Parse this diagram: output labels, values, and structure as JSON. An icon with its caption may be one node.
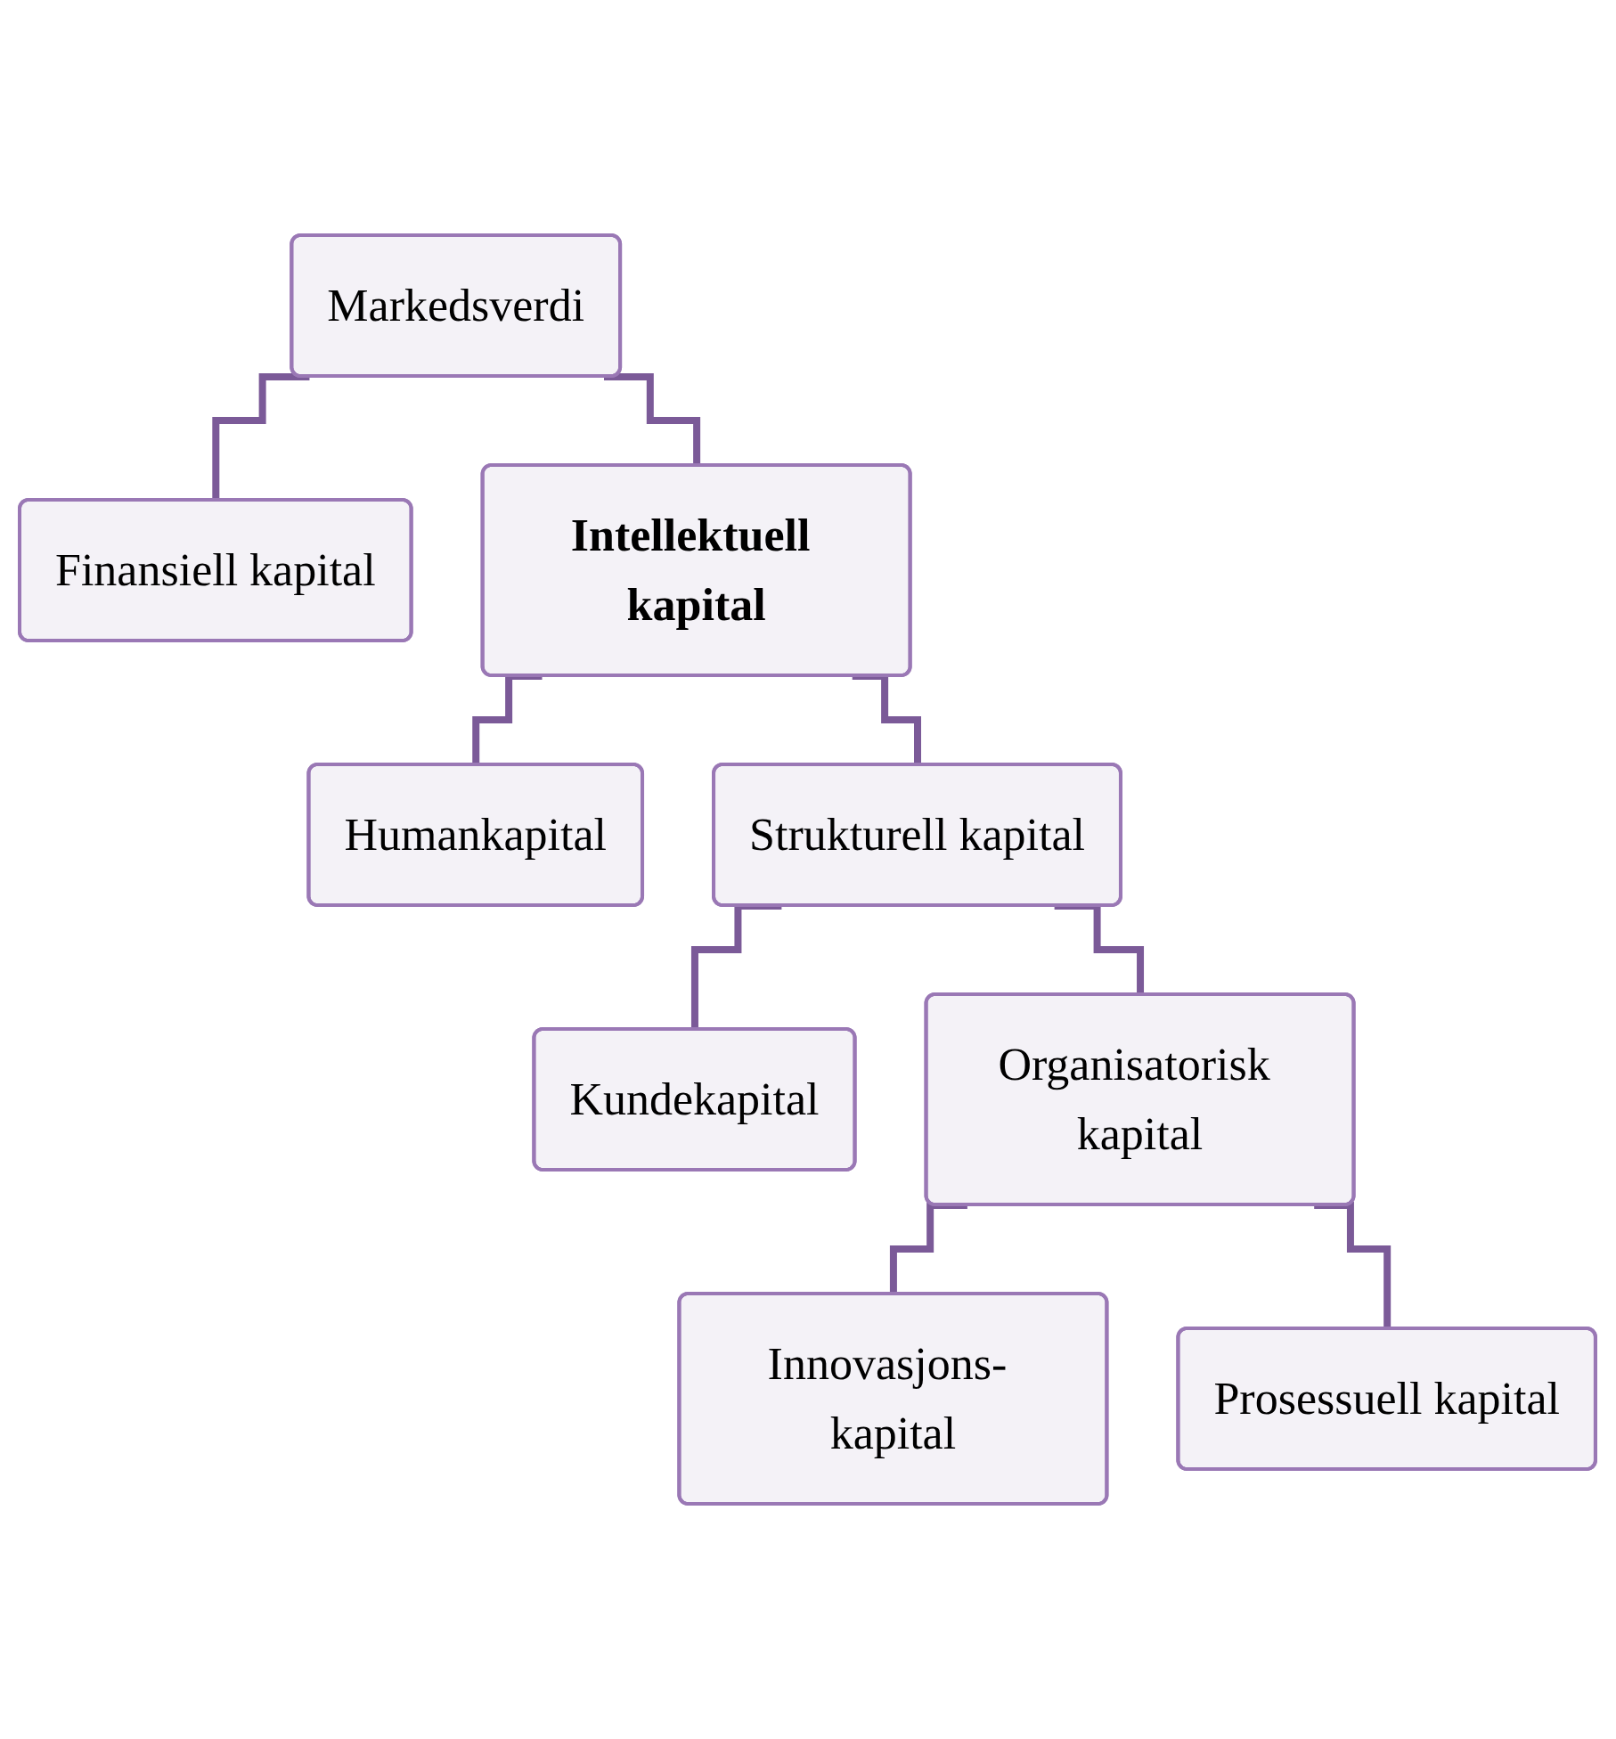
{
  "diagram": {
    "nodes": [
      {
        "text": [
          "Markedsverdi"
        ]
      },
      {
        "text": [
          "Finansiell kapital"
        ]
      },
      {
        "text": [
          "Intellektuell kapital"
        ]
      },
      {
        "text": [
          "Humankapital"
        ]
      },
      {
        "text": [
          "Strukturell kapital"
        ]
      },
      {
        "text": [
          "Kundekapital"
        ]
      },
      {
        "text": [
          "Organisatorisk kapital"
        ]
      },
      {
        "text": [
          "Innovasjons- kapital"
        ]
      },
      {
        "text": [
          "Prosessuell kapital"
        ]
      }
    ],
    "edges": [
      {
        "from": 0,
        "to": 1,
        "arrow": "none"
      },
      {
        "from": 0,
        "to": 2,
        "arrow": "none"
      },
      {
        "from": 2,
        "to": 3,
        "arrow": "none"
      },
      {
        "from": 2,
        "to": 4,
        "arrow": "none"
      },
      {
        "from": 4,
        "to": 5,
        "arrow": "none"
      },
      {
        "from": 4,
        "to": 6,
        "arrow": "none"
      },
      {
        "from": 6,
        "to": 7,
        "arrow": "none"
      },
      {
        "from": 6,
        "to": 8,
        "arrow": "none"
      }
    ]
  }
}
